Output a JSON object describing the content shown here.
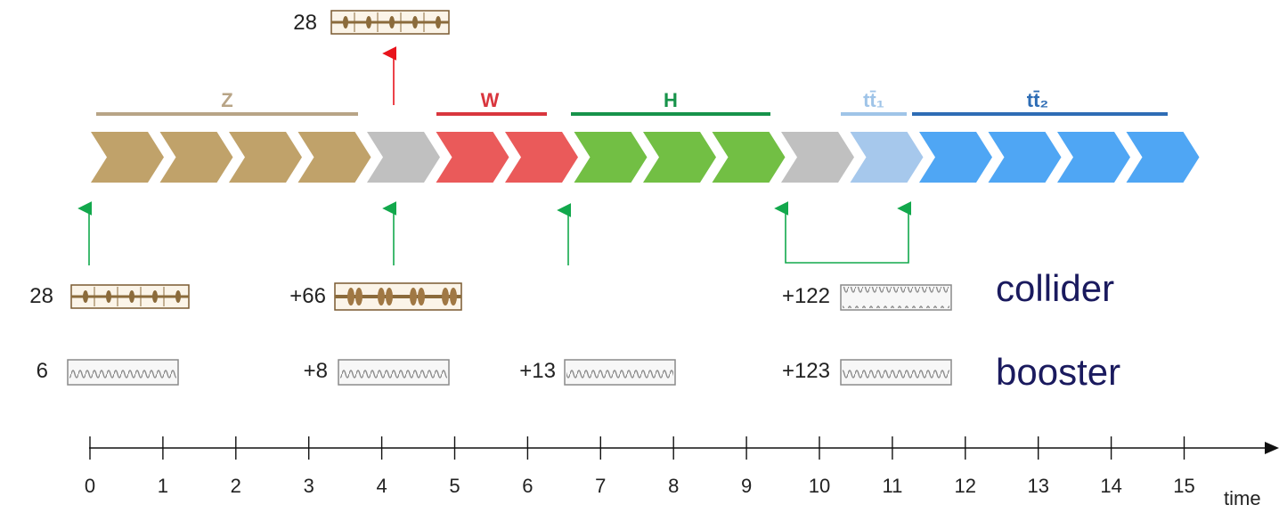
{
  "phases": [
    {
      "label": "Z",
      "color": "#b8a486",
      "chevrons": 4
    },
    {
      "label": "W",
      "color": "#d9363e",
      "chevrons": 2
    },
    {
      "label": "H",
      "color": "#17934a",
      "chevrons": 3
    },
    {
      "label": "tt̄₁",
      "color": "#9fc4e8",
      "chevrons": 1
    },
    {
      "label": "tt̄₂",
      "color": "#2e6db5",
      "chevrons": 4
    }
  ],
  "chevron_colors": {
    "Z": "#c0a26a",
    "gap": "#c0c0c0",
    "W": "#ea5a5a",
    "H": "#72bf44",
    "tt1": "#a6c8ec",
    "tt2": "#4fa6f4"
  },
  "arrow_colors": {
    "green": "#12a84c",
    "red": "#e8141c"
  },
  "top_label": "28",
  "collider": {
    "title": "collider",
    "labels": [
      "28",
      "+66",
      "+122"
    ]
  },
  "booster": {
    "title": "booster",
    "labels": [
      "6",
      "+8",
      "+13",
      "+123"
    ]
  },
  "axis": {
    "ticks": [
      "0",
      "1",
      "2",
      "3",
      "4",
      "5",
      "6",
      "7",
      "8",
      "9",
      "10",
      "11",
      "12",
      "13",
      "14",
      "15"
    ],
    "name": "time"
  }
}
